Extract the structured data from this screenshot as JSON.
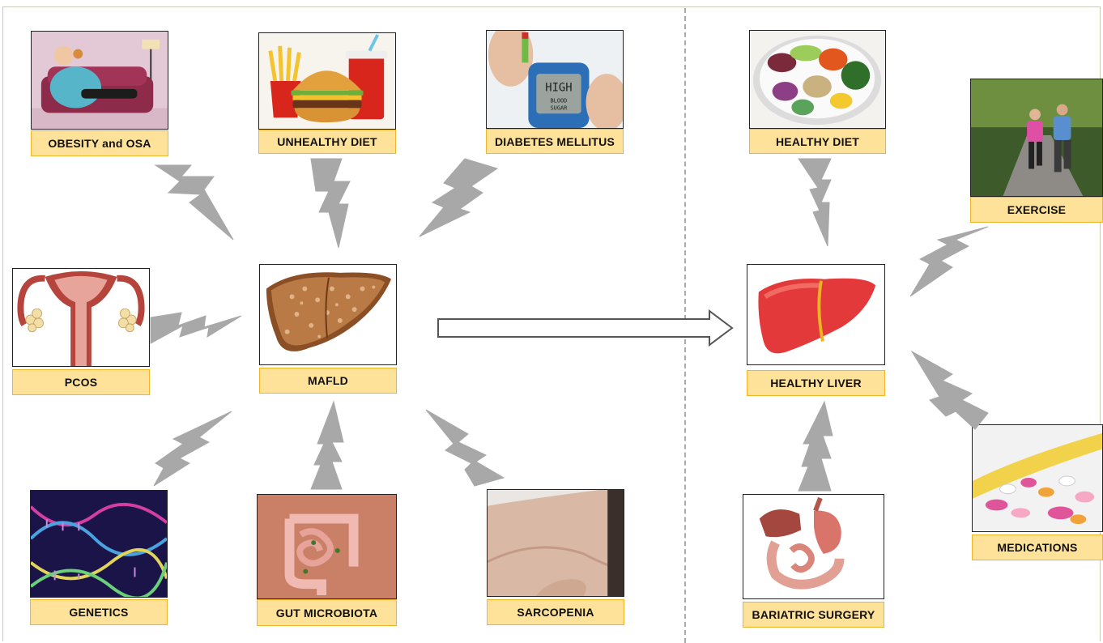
{
  "left_panel": {
    "risk_factors": [
      {
        "key": "obesity",
        "label": "OBESITY and OSA",
        "icon": "obesity-illustration"
      },
      {
        "key": "diet",
        "label": "UNHEALTHY DIET",
        "icon": "fast-food-illustration"
      },
      {
        "key": "diabetes",
        "label": "DIABETES MELLITUS",
        "icon": "glucometer-illustration"
      },
      {
        "key": "pcos",
        "label": "PCOS",
        "icon": "ovaries-illustration"
      },
      {
        "key": "genetics",
        "label": "GENETICS",
        "icon": "dna-illustration"
      },
      {
        "key": "microbiota",
        "label": "GUT MICROBIOTA",
        "icon": "intestine-illustration"
      },
      {
        "key": "sarcopenia",
        "label": "SARCOPENIA",
        "icon": "arm-illustration"
      }
    ],
    "center": {
      "label": "MAFLD",
      "icon": "fatty-liver-illustration"
    }
  },
  "right_panel": {
    "interventions": [
      {
        "key": "healthy_diet",
        "label": "HEALTHY DIET",
        "icon": "salad-bowl-illustration"
      },
      {
        "key": "exercise",
        "label": "EXERCISE",
        "icon": "runners-illustration"
      },
      {
        "key": "medications",
        "label": "MEDICATIONS",
        "icon": "pills-illustration"
      },
      {
        "key": "bariatric",
        "label": "BARIATRIC SURGERY",
        "icon": "stomach-illustration"
      }
    ],
    "center": {
      "label": "HEALTHY LIVER",
      "icon": "healthy-liver-illustration"
    }
  },
  "colors": {
    "label_fill": "#ffe29a",
    "label_border": "#f0b429",
    "bolt": "#a8a8a8",
    "arrow_stroke": "#555555"
  }
}
